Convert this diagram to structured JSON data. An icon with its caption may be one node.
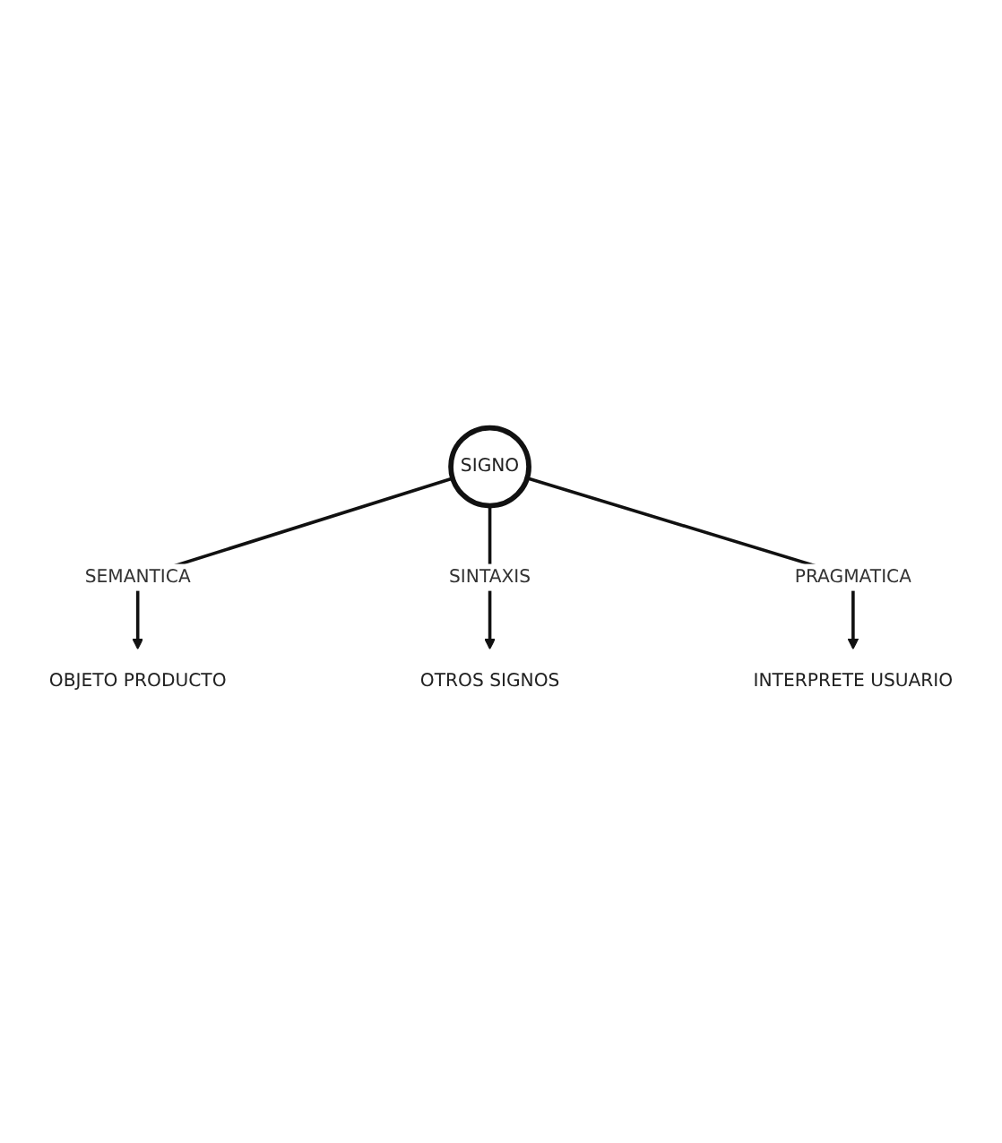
{
  "diagram": {
    "nodes": [
      {
        "text": [
          "OBJETO PRODUCTO"
        ]
      },
      {
        "text": [
          "SIGNO"
        ]
      },
      {
        "text": [
          "OTROS SIGNOS"
        ]
      },
      {
        "text": [
          "INTERPRETE USUARIO"
        ]
      }
    ],
    "edges": [
      {
        "from": 1,
        "to": 0,
        "arrow": "to",
        "label": "SEMANTICA"
      },
      {
        "from": 1,
        "to": 2,
        "arrow": "to",
        "label": "SINTAXIS"
      },
      {
        "from": 1,
        "to": 3,
        "arrow": "to",
        "label": "PRAGMATICA"
      }
    ]
  }
}
